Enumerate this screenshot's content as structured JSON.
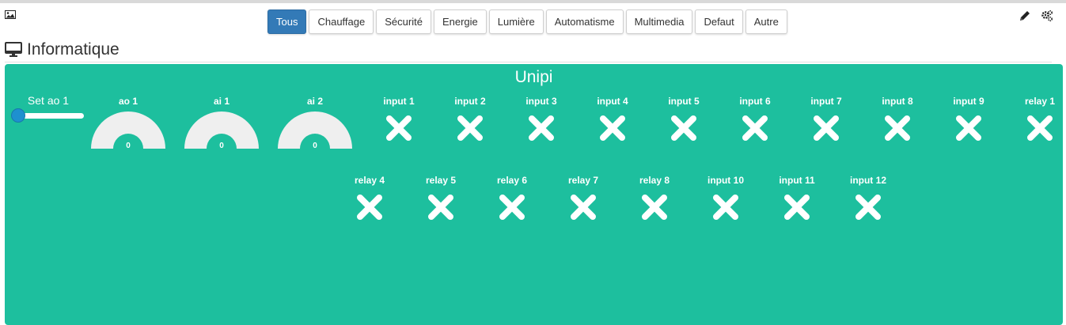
{
  "top_tabs": [
    "Tous",
    "Chauffage",
    "Sécurité",
    "Energie",
    "Lumière",
    "Automatisme",
    "Multimedia",
    "Defaut",
    "Autre"
  ],
  "active_tab": "Tous",
  "object": {
    "title": "Informatique",
    "icon": "desktop-icon"
  },
  "equipment": {
    "title": "Unipi",
    "slider": {
      "label": "Set ao 1",
      "value_fraction": 0
    },
    "gauges": [
      {
        "label": "ao 1",
        "value": "0"
      },
      {
        "label": "ai 1",
        "value": "0"
      },
      {
        "label": "ai 2",
        "value": "0"
      }
    ],
    "row1_binaries": [
      "input 1",
      "input 2",
      "input 3",
      "input 4",
      "input 5",
      "input 6",
      "input 7",
      "input 8",
      "input 9",
      "relay 1"
    ],
    "row2_binaries": [
      "relay 4",
      "relay 5",
      "relay 6",
      "relay 7",
      "relay 8",
      "input 10",
      "input 11",
      "input 12"
    ],
    "state_icon": "cross-icon"
  },
  "colors": {
    "panel": "#1dbf9e",
    "active_tab": "#337ab7",
    "slider_handle": "#1e90cf"
  }
}
